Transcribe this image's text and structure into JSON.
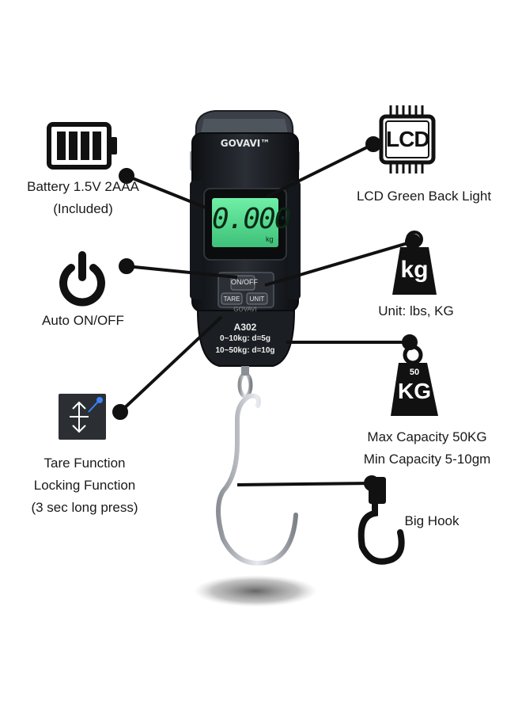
{
  "device": {
    "brand": "GOVAVI™",
    "reading": "0.000",
    "reading_unit": "kg",
    "on_off_label": "ON/OFF",
    "tare_label": "TARE",
    "unit_label": "UNIT",
    "brand_small": "GOVAVI",
    "model": "A302",
    "spec_line_1": "0~10kg: d=5g",
    "spec_line_2": "10~50kg: d=10g"
  },
  "features": {
    "battery": {
      "line1": "Battery 1.5V 2AAA",
      "line2": "(Included)"
    },
    "lcd": {
      "icon_text": "LCD",
      "line1": "LCD Green Back Light"
    },
    "auto_on_off": {
      "line1": "Auto ON/OFF"
    },
    "unit": {
      "icon_text": "kg",
      "line1": "Unit: lbs, KG"
    },
    "capacity": {
      "icon_top": "50",
      "icon_text": "KG",
      "line1": "Max Capacity 50KG",
      "line2": "Min Capacity 5-10gm"
    },
    "tare": {
      "line1": "Tare Function",
      "line2": "Locking Function",
      "line3": "(3 sec long press)"
    },
    "hook": {
      "line1": "Big Hook"
    }
  },
  "colors": {
    "lcd_green": "#4fd98a",
    "device_body": "#1c1f24",
    "ink": "#111111"
  }
}
